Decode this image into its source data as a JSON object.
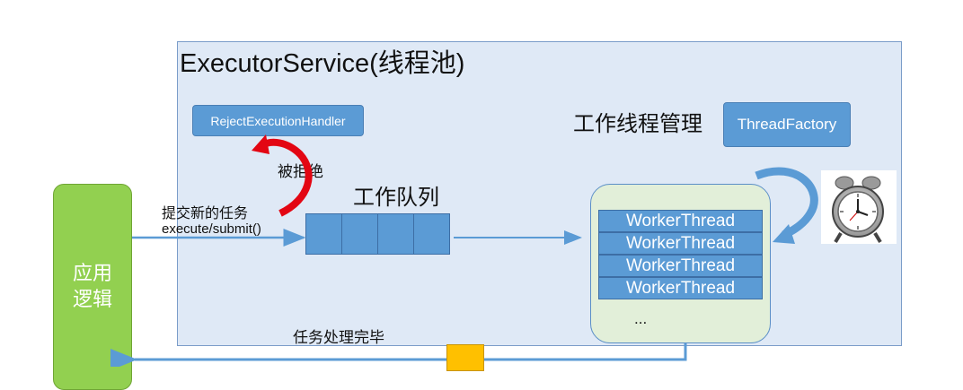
{
  "pool": {
    "title": "ExecutorService(线程池)"
  },
  "reject_handler": {
    "label": "RejectExecutionHandler"
  },
  "rejected_label": "被拒绝",
  "queue": {
    "title": "工作队列",
    "cells": 4
  },
  "submit": {
    "label": "提交新的任务",
    "method": "execute/submit()"
  },
  "worker_management": {
    "label": "工作线程管理"
  },
  "thread_factory": {
    "label": "ThreadFactory"
  },
  "workers": [
    "WorkerThread",
    "WorkerThread",
    "WorkerThread",
    "WorkerThread"
  ],
  "workers_more": "...",
  "app": {
    "line1": "应用",
    "line2": "逻辑"
  },
  "done_label": "任务处理完毕",
  "colors": {
    "pool_bg": "#dfe9f6",
    "blue": "#5b9bd5",
    "app_green": "#92d050",
    "worker_pool_bg": "#e2efd9",
    "reject_arrow": "#e30613",
    "marker": "#ffc000"
  },
  "icons": {
    "clock": "alarm-clock-icon"
  }
}
